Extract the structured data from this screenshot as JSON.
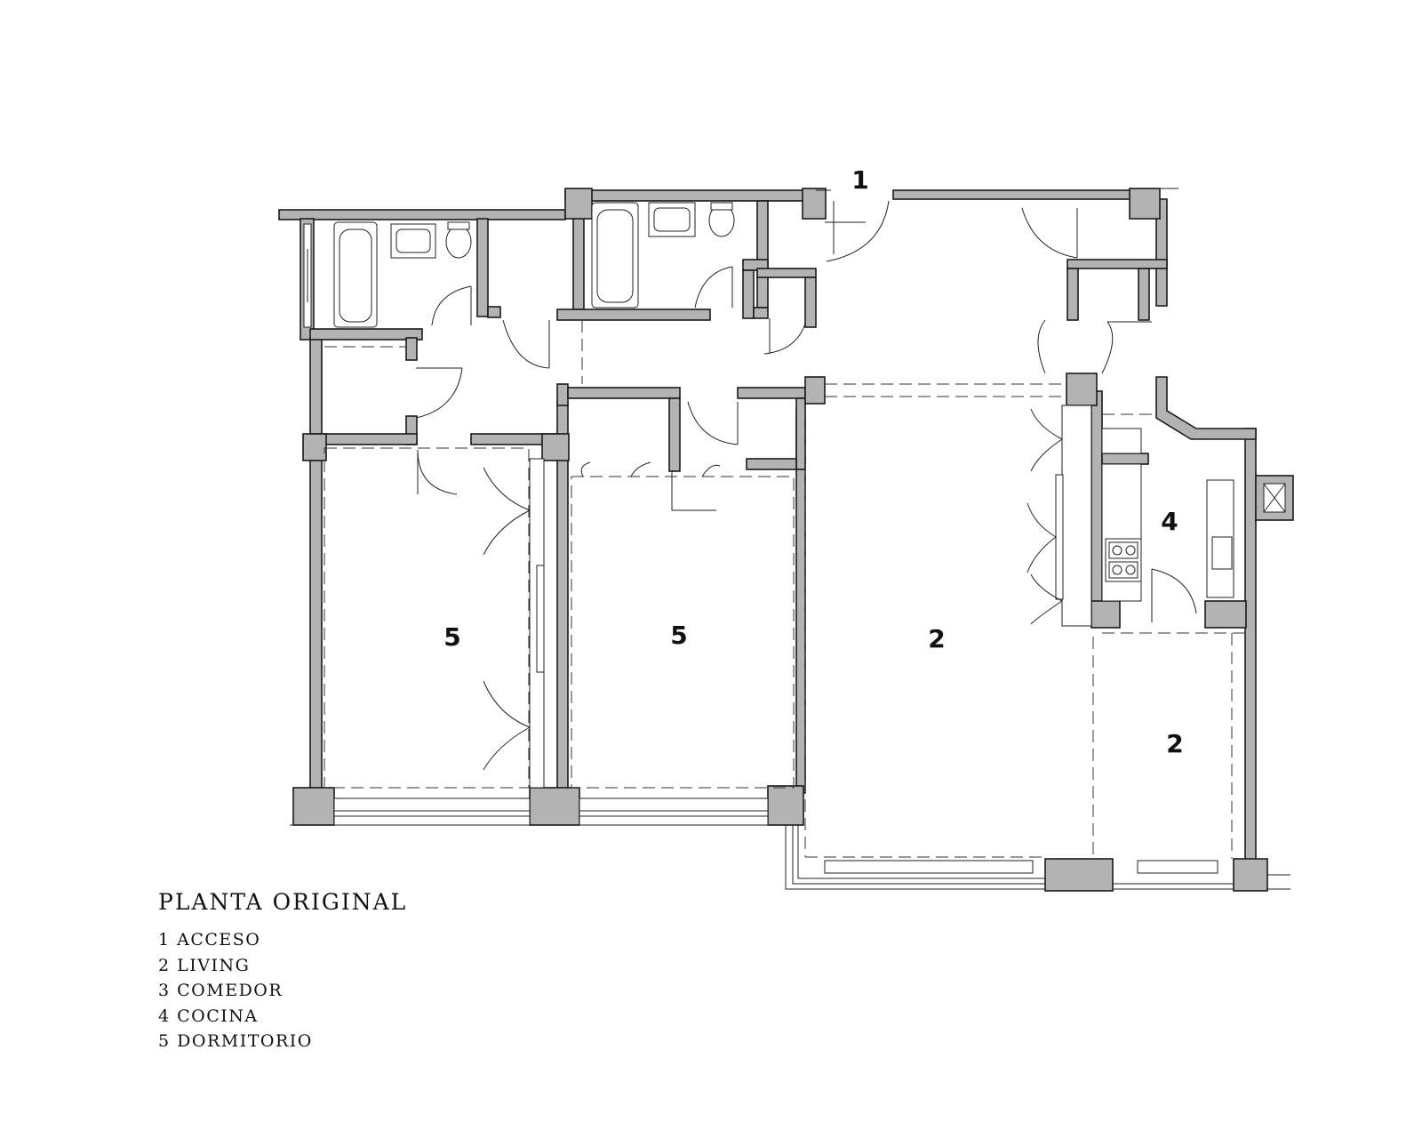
{
  "plan": {
    "title": "PLANTA ORIGINAL",
    "legend": [
      "1 ACCESO",
      "2 LIVING",
      "3 COMEDOR",
      "4 COCINA",
      "5 DORMITORIO"
    ],
    "room_labels": {
      "access": "1",
      "bedroom_left": "5",
      "bedroom_right": "5",
      "living_main": "2",
      "living_secondary": "2",
      "kitchen": "4"
    },
    "colors": {
      "wall_fill": "#b3b3b3",
      "line": "#1a1a1a",
      "background": "#ffffff"
    }
  }
}
